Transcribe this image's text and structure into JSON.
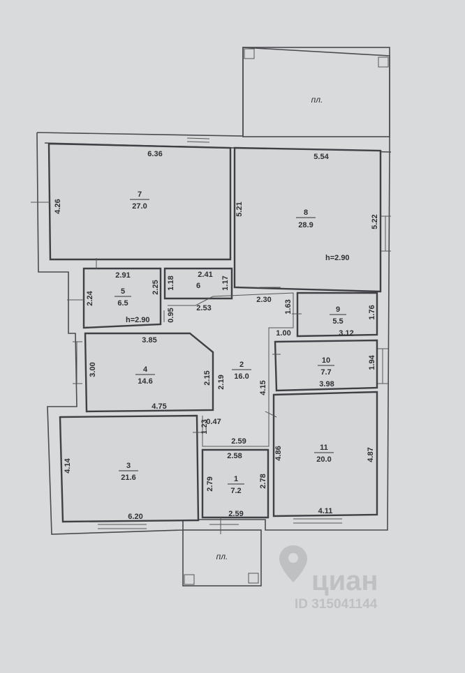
{
  "balcony_top": {
    "label": "пл."
  },
  "balcony_bottom": {
    "label": "пл."
  },
  "rooms": [
    {
      "num": "1",
      "area": "7.2"
    },
    {
      "num": "2",
      "area": "16.0"
    },
    {
      "num": "3",
      "area": "21.6"
    },
    {
      "num": "4",
      "area": "14.6"
    },
    {
      "num": "5",
      "area": "6.5"
    },
    {
      "num": "6",
      "area": ""
    },
    {
      "num": "7",
      "area": "27.0"
    },
    {
      "num": "8",
      "area": "28.9"
    },
    {
      "num": "9",
      "area": "5.5"
    },
    {
      "num": "10",
      "area": "7.7"
    },
    {
      "num": "11",
      "area": "20.0"
    }
  ],
  "heights": {
    "room8": "h=2.90",
    "room5": "h=2.90"
  },
  "dimensions": {
    "r7_w": "6.36",
    "r7_h": "4.26",
    "r8_w": "5.54",
    "r8_l": "5.21",
    "r8_r": "5.22",
    "r5_w": "2.91",
    "r5_l": "2.24",
    "r5_r": "2.25",
    "r6_w": "2.41",
    "r6_l": "1.18",
    "r6_r": "1.17",
    "r6_b": "2.53",
    "d_095": "0.95",
    "d_230": "2.30",
    "d_163": "1.63",
    "d_100": "1.00",
    "r9_r": "1.76",
    "r9_b": "3.12",
    "r4_t": "3.85",
    "r4_l": "3.00",
    "r4_r": "2.15",
    "r4_b": "4.75",
    "r2_l": "2.19",
    "r2_r": "4.15",
    "r10_r": "1.94",
    "r10_b": "3.98",
    "d_047": "0.47",
    "d_123": "1.23",
    "d_259a": "2.59",
    "d_258": "2.58",
    "r3_l": "4.14",
    "r3_b": "6.20",
    "r1_l": "2.79",
    "r1_r": "2.78",
    "r1_b": "2.59",
    "r11_l": "4.86",
    "r11_r": "4.87",
    "r11_b": "4.11"
  },
  "watermark": {
    "brand": "циан",
    "id": "ID 315041144"
  }
}
